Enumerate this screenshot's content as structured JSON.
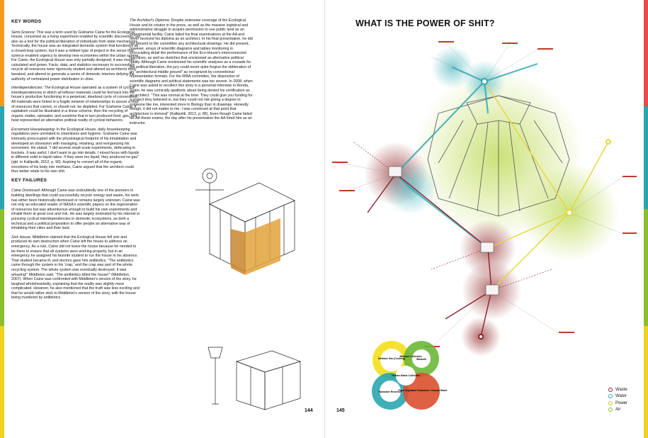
{
  "left_page": {
    "key_words_heading": "KEY WORDS",
    "semi_science": {
      "lead": "Semi-Science:",
      "text": "This was a term used by Grahame Caine for the Ecological House, conceived as a living experiment enabled by scientific discoveries, yet also as a tool for the political liberation of individuals from state mechanisms. Technically, the house was an integrated domestic system that functioned as a closed-loop system, but it was a militant type of project in the sense that science enabled urgency to develop new economies within the urban sphere. For Caine, the Ecological House was only partially designed; it was mostly calculated and grown. Facts, data, and statistics necessary to successfully recycle all resources were rigorously studied and altered as architects tried, tweaked, and altered to generate a series of domestic interiors defying the authority of centralized power distribution in cities."
    },
    "interdependencies": {
      "lead": "Interdependencies:",
      "text": "The Ecological House operated as a system of cyclical interdependencies in which all leftover materials could be fed back into the house's productive functioning in a perpetual, idealized cycle of conversions. All materials were linked in a fragile network of relationships to assure a loop of resources that cannot, or should not, be depleted. For Grahame Caine, if capitalism could be illustrated in a linear scheme, then the recycling of organic matter, rainwater, and sunshine that in turn produced food, gas, and heat represented an alternative political reality of cyclical behaviors."
    },
    "excrement_housekeeping": {
      "lead": "Excrement Housekeeping:",
      "text": "In the Ecological House, daily housekeeping regulations were unrelated to cleanliness and hygiene. Grahame Caine was intensely preoccupied with the physiological footprint of his inhabitation and developed an obsession with managing, retaining, and reorganizing his excrement. He stated, \"I did several small-scale experiments, defecating in buckets. It was awful; I don't want to go into details. I mixed feces with liquids in different solid to liquid ratios. If they were too liquid, they produced no gas\" (qtd. in Kallipoliti, 2012, p. 90). Aspiring to convert all of the organic excretions of his body into methane, Caine argued that the architect could thus better relate to his own shit."
    },
    "key_failures_heading": "KEY FAILURES",
    "caine_dismissed": {
      "lead": "Caine Dismissed:",
      "text": "Although Caine was undoubtedly one of the pioneers in building dwellings that could successfully recycle energy and waste, his work has either been historically dismissed or remains largely unknown. Caine was not only an educated reader of NASA's scientific papers on the regeneration of resources but was adventurous enough to build his own experiments and inhabit them at great cost and risk. He was largely motivated by his interest in pursuing cyclical interdependencies in domestic ecosystems, as both a technical and a political proposition to offer people an alternative way of inhabiting their cities and their land."
    },
    "sick_house": {
      "lead": "Sick House:",
      "text": "Middleton claimed that the Ecological House fell sick and produced its own destruction when Caine left the house to address an emergency. As a rule, Caine did not leave the house because he needed to be there to ensure that all systems were working properly, but in an emergency he assigned his favorite student to run the house in his absence. That student became ill, and doctors gave him antibiotics. \"The antibiotics came through the system in his 'crap,' and the crap was part of the whole recycling system. The whole system was eventually destroyed. It was amazing!\" Middleton said. \"The antibiotics killed the house!\" (Middleton, 2007). When Caine was confronted with Middleton's version of the story, he laughed wholeheartedly, explaining that the reality was slightly more complicated. However, he also mentioned that the truth was less exciting and that he would rather stick to Middleton's version of the story, with the house being murdered by antibiotics."
    },
    "architects_diploma": {
      "lead": "The Architect's Diploma:",
      "text": "Despite extensive coverage of the Ecological House and its creator in the press, as well as the massive logistical and administrative struggle to acquire permission to use public land as an experimental facility, Caine failed his final examinations at the AA and never received his diploma as an architect. In his final presentation, he did not present to the committee any architectural drawings. He did present, however, arrays of scientific diagrams and tables monitoring in excruciating detail the performance of the Eco-House's interconnected machines, as well as sketches that envisioned an alternative political reality. Although Caine envisioned his scientific analyses as a crusade for the political liberation, the jury could never quite forgive the obliteration of an \"architectural middle ground\" as recognized by conventional representation formats. For the RIBA committee, the disjunction of scientific diagrams and political statements was too severe. In 2008, when Caine was asked to recollect this story in a personal interview in Ronda, Spain, he was comically apathetic about being denied his certification as an architect. \"This was normal at the time. They could give you funding for a project they believed in, but they could not risk giving a degree to someone like me, interested more in Biology than in drawings. Honestly though, it did not matter to me. I was convinced at that point that architecture is immoral\" (Kallipoliti, 2012, p. 86). Even though Caine failed his AA thesis exams, the day after his presentation the AA hired him as an instructor."
    },
    "page_number": "144"
  },
  "right_page": {
    "title": "WHAT IS THE POWER OF SHIT?",
    "page_number": "145",
    "venn_labels": [
      "Methane Gas (Cooking)",
      "Methane Collection",
      "Windmill",
      "Rainwater Reservoir",
      "Human Waste Collection",
      "Plant Vegetable Production / Human Waste"
    ],
    "legend": [
      {
        "label": "Waste",
        "color": "#8b1f2a"
      },
      {
        "label": "Water",
        "color": "#2aa6b0"
      },
      {
        "label": "Power",
        "color": "#d8c41c"
      },
      {
        "label": "Air",
        "color": "#8cbf2a"
      }
    ]
  },
  "edge_colors": [
    "#f39a1e",
    "#e94a4a",
    "#2aa6b0",
    "#8cbf2a",
    "#f0d21c"
  ]
}
